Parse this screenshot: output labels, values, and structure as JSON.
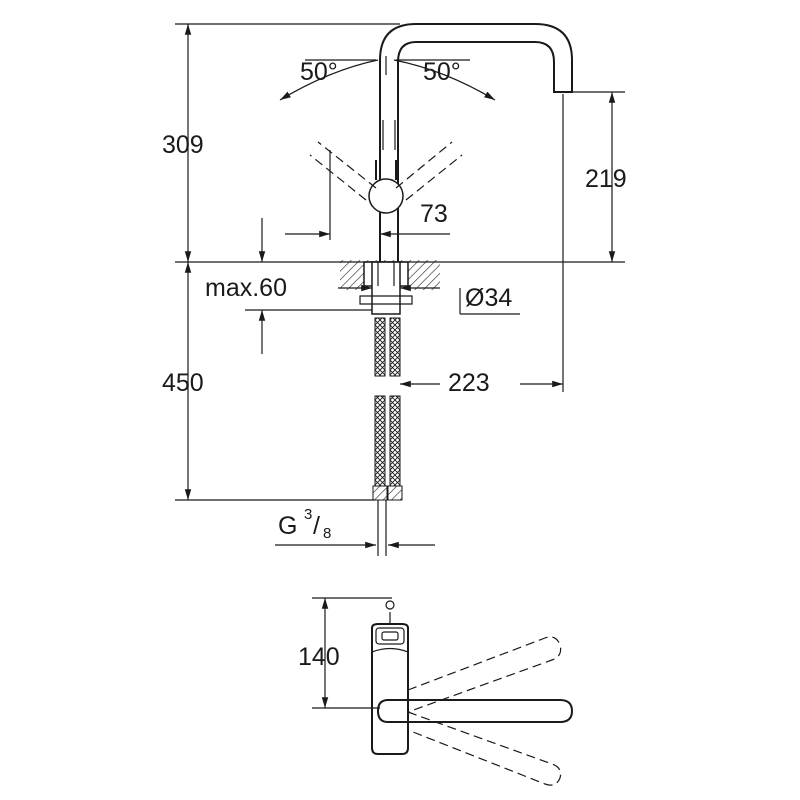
{
  "dimensions": {
    "height_total": "309",
    "angle_left": "50°",
    "angle_right": "50°",
    "spout_height": "219",
    "handle_offset": "73",
    "max_thickness": "max.60",
    "hole_diameter": "Ø34",
    "hose_length": "450",
    "reach": "223",
    "connection_base": "G",
    "connection_num": "3",
    "connection_slash": "/",
    "connection_den": "8",
    "handle_depth": "140"
  },
  "colors": {
    "line": "#1a1a1a",
    "background": "#ffffff"
  }
}
